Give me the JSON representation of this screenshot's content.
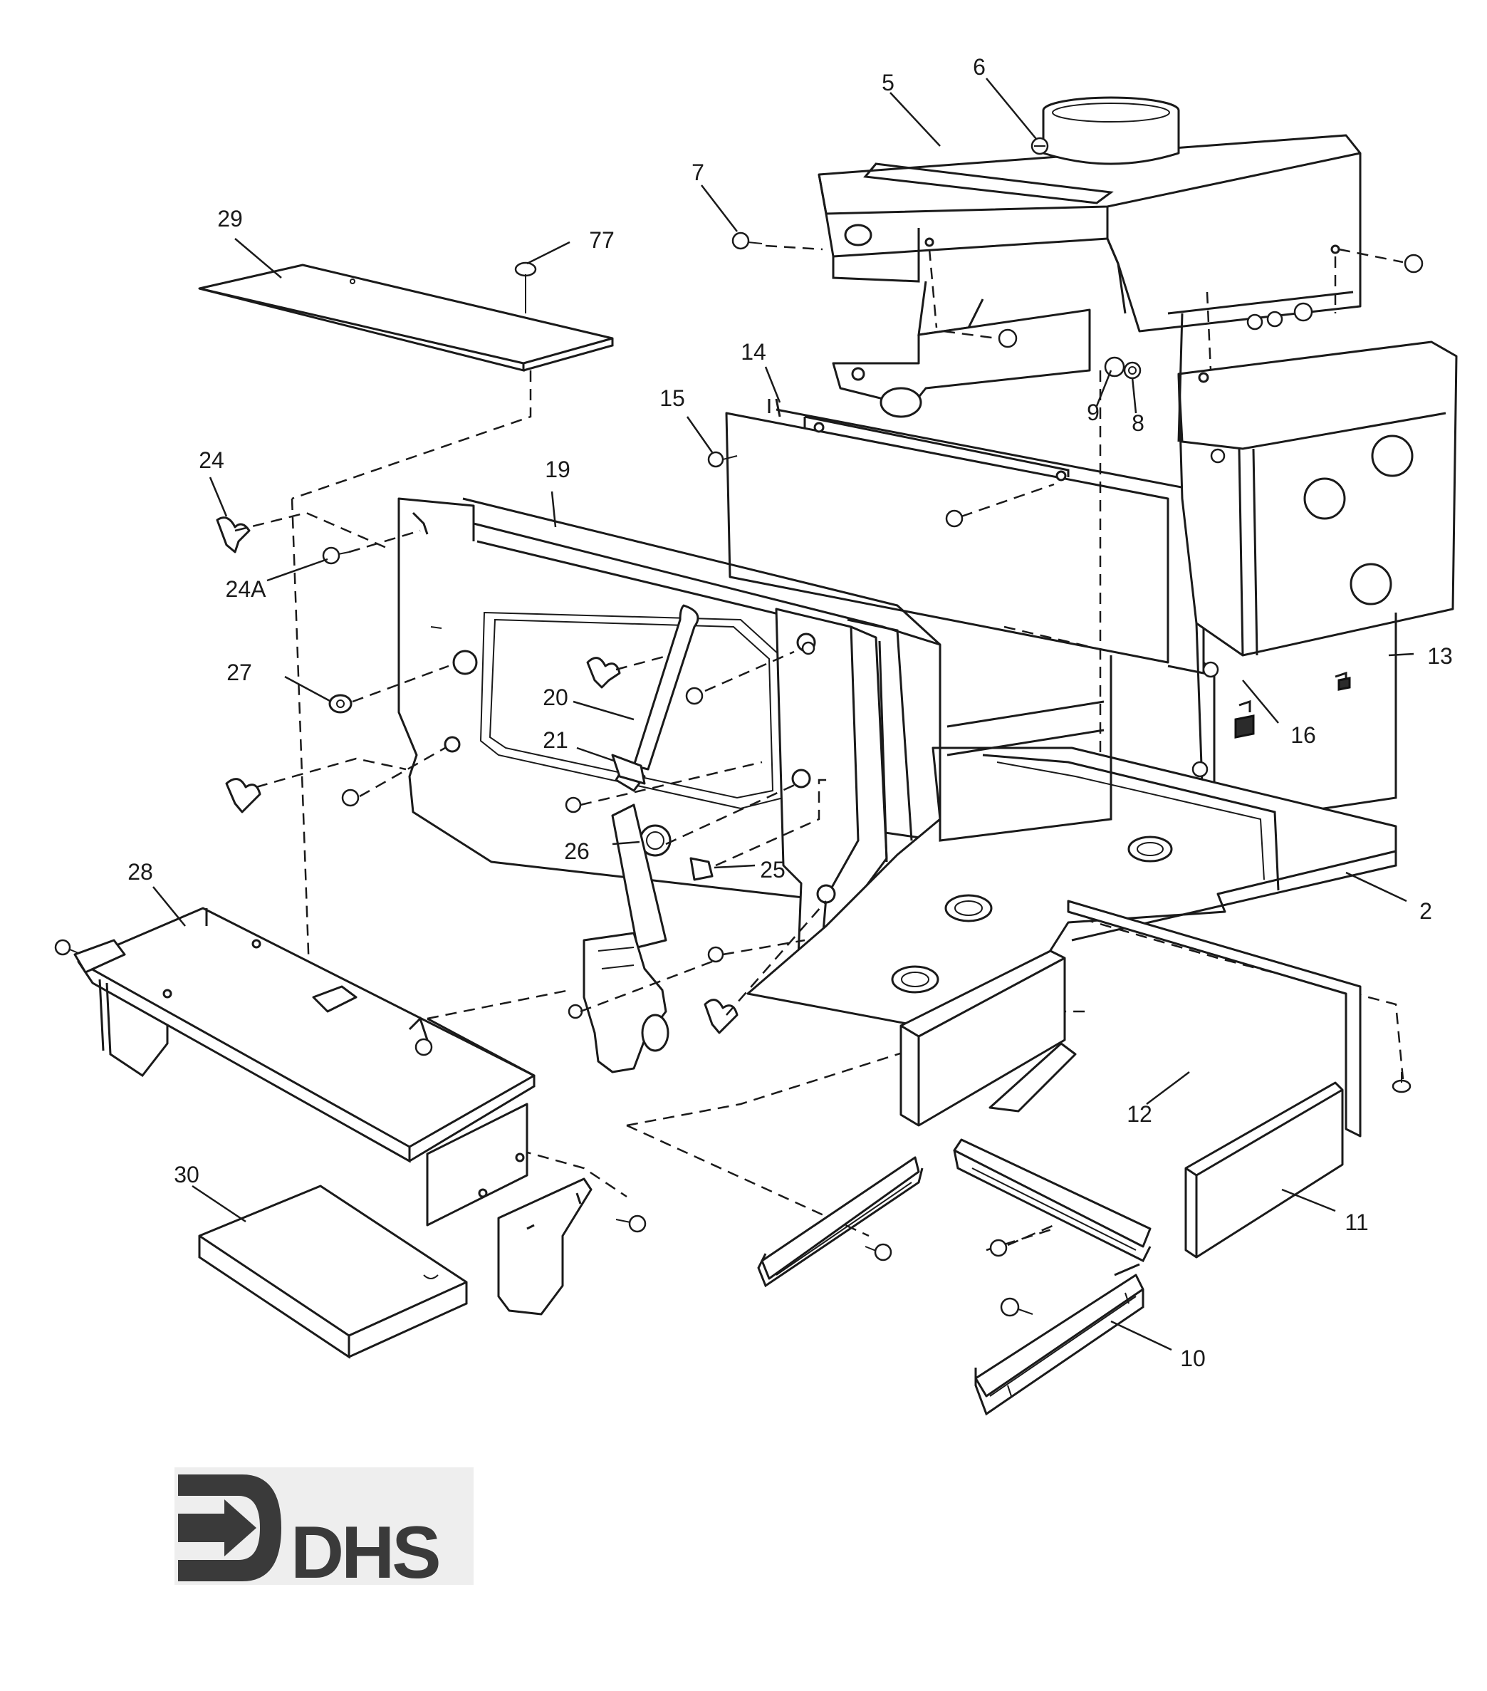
{
  "diagram": {
    "callouts": [
      "5",
      "6",
      "7",
      "29",
      "77",
      "14",
      "15",
      "24",
      "19",
      "24A",
      "27",
      "20",
      "21",
      "26",
      "25",
      "28",
      "30",
      "9",
      "8",
      "13",
      "16",
      "2",
      "12",
      "11",
      "10"
    ]
  },
  "logo": {
    "text": "DHS"
  },
  "colors": {
    "line": "#1a1a1a",
    "logo": "#3a3a3a",
    "background": "#ffffff"
  }
}
